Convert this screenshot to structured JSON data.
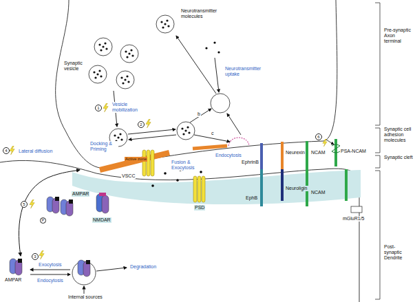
{
  "diagram": {
    "labels": [
      "Neurotransmitter molecules",
      "Synaptic vesicle",
      "Neurotransmitter uptake",
      "1",
      "Vesicle mobilization",
      "2",
      "Docking & Priming",
      "Active zone",
      "VSCC",
      "Fusion & Exocytosis",
      "b",
      "c",
      "Endocytosis",
      "EphrinB",
      "EphB",
      "Neurexin",
      "Neuroligin",
      "NCAM",
      "NCAM",
      "PSA-NCAM",
      "6",
      "Pre-synaptic Axon terminal",
      "Synaptic cell adhesion molecules",
      "Synaptic cleft",
      "Post-synaptic Dendrite",
      "4",
      "Lateral diffusion",
      "5",
      "P",
      "AMPAR",
      "NMDAR",
      "PSD",
      "mGluR1/5",
      "AMPAR",
      "3",
      "Exocytosis",
      "Endocytosis",
      "Degradation",
      "Internal sources"
    ]
  }
}
